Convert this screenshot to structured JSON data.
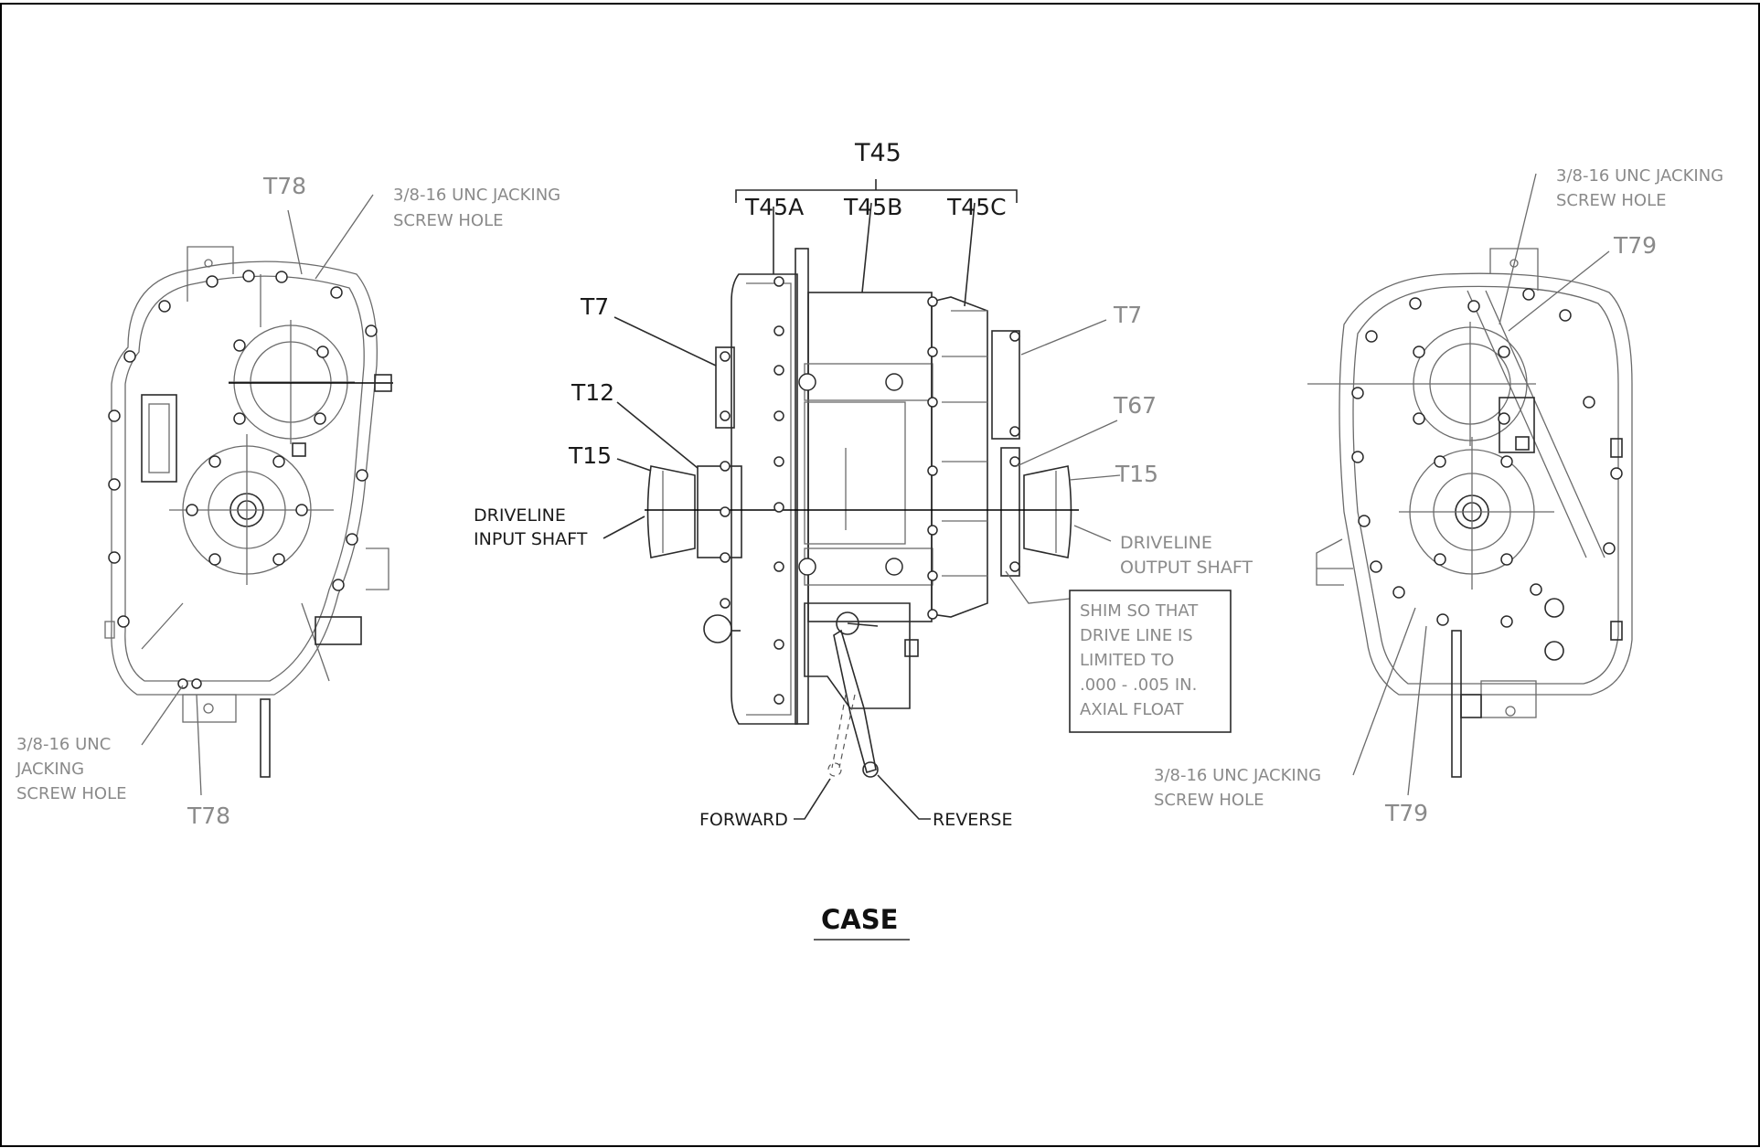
{
  "labels": {
    "t45": "T45",
    "t45a": "T45A",
    "t45b": "T45B",
    "t45c": "T45C",
    "t7_left": "T7",
    "t7_right": "T7",
    "t12": "T12",
    "t15_left": "T15",
    "t15_right": "T15",
    "t67": "T67",
    "t78_top": "T78",
    "t78_bottom": "T78",
    "t79_top": "T79",
    "t79_bottom": "T79",
    "jack_left_top_1": "3/8-16 UNC JACKING",
    "jack_left_top_2": "SCREW HOLE",
    "jack_left_bot_1": "3/8-16 UNC",
    "jack_left_bot_2": "JACKING",
    "jack_left_bot_3": "SCREW HOLE",
    "jack_right_top_1": "3/8-16 UNC JACKING",
    "jack_right_top_2": "SCREW HOLE",
    "jack_right_bot_1": "3/8-16 UNC JACKING",
    "jack_right_bot_2": "SCREW HOLE",
    "driveline_in_1": "DRIVELINE",
    "driveline_in_2": "INPUT SHAFT",
    "driveline_out_1": "DRIVELINE",
    "driveline_out_2": "OUTPUT SHAFT",
    "forward": "FORWARD",
    "reverse": "REVERSE",
    "shim_1": "SHIM SO THAT",
    "shim_2": "DRIVE LINE IS",
    "shim_3": "LIMITED TO",
    "shim_4": ".000 - .005 IN.",
    "shim_5": "AXIAL FLOAT"
  },
  "title": "CASE",
  "colors": {
    "line_gray": "#6b6b6b",
    "line_dark": "#2b2b2b",
    "text_gray": "#8a8a8a",
    "text_dark": "#1a1a1a"
  }
}
